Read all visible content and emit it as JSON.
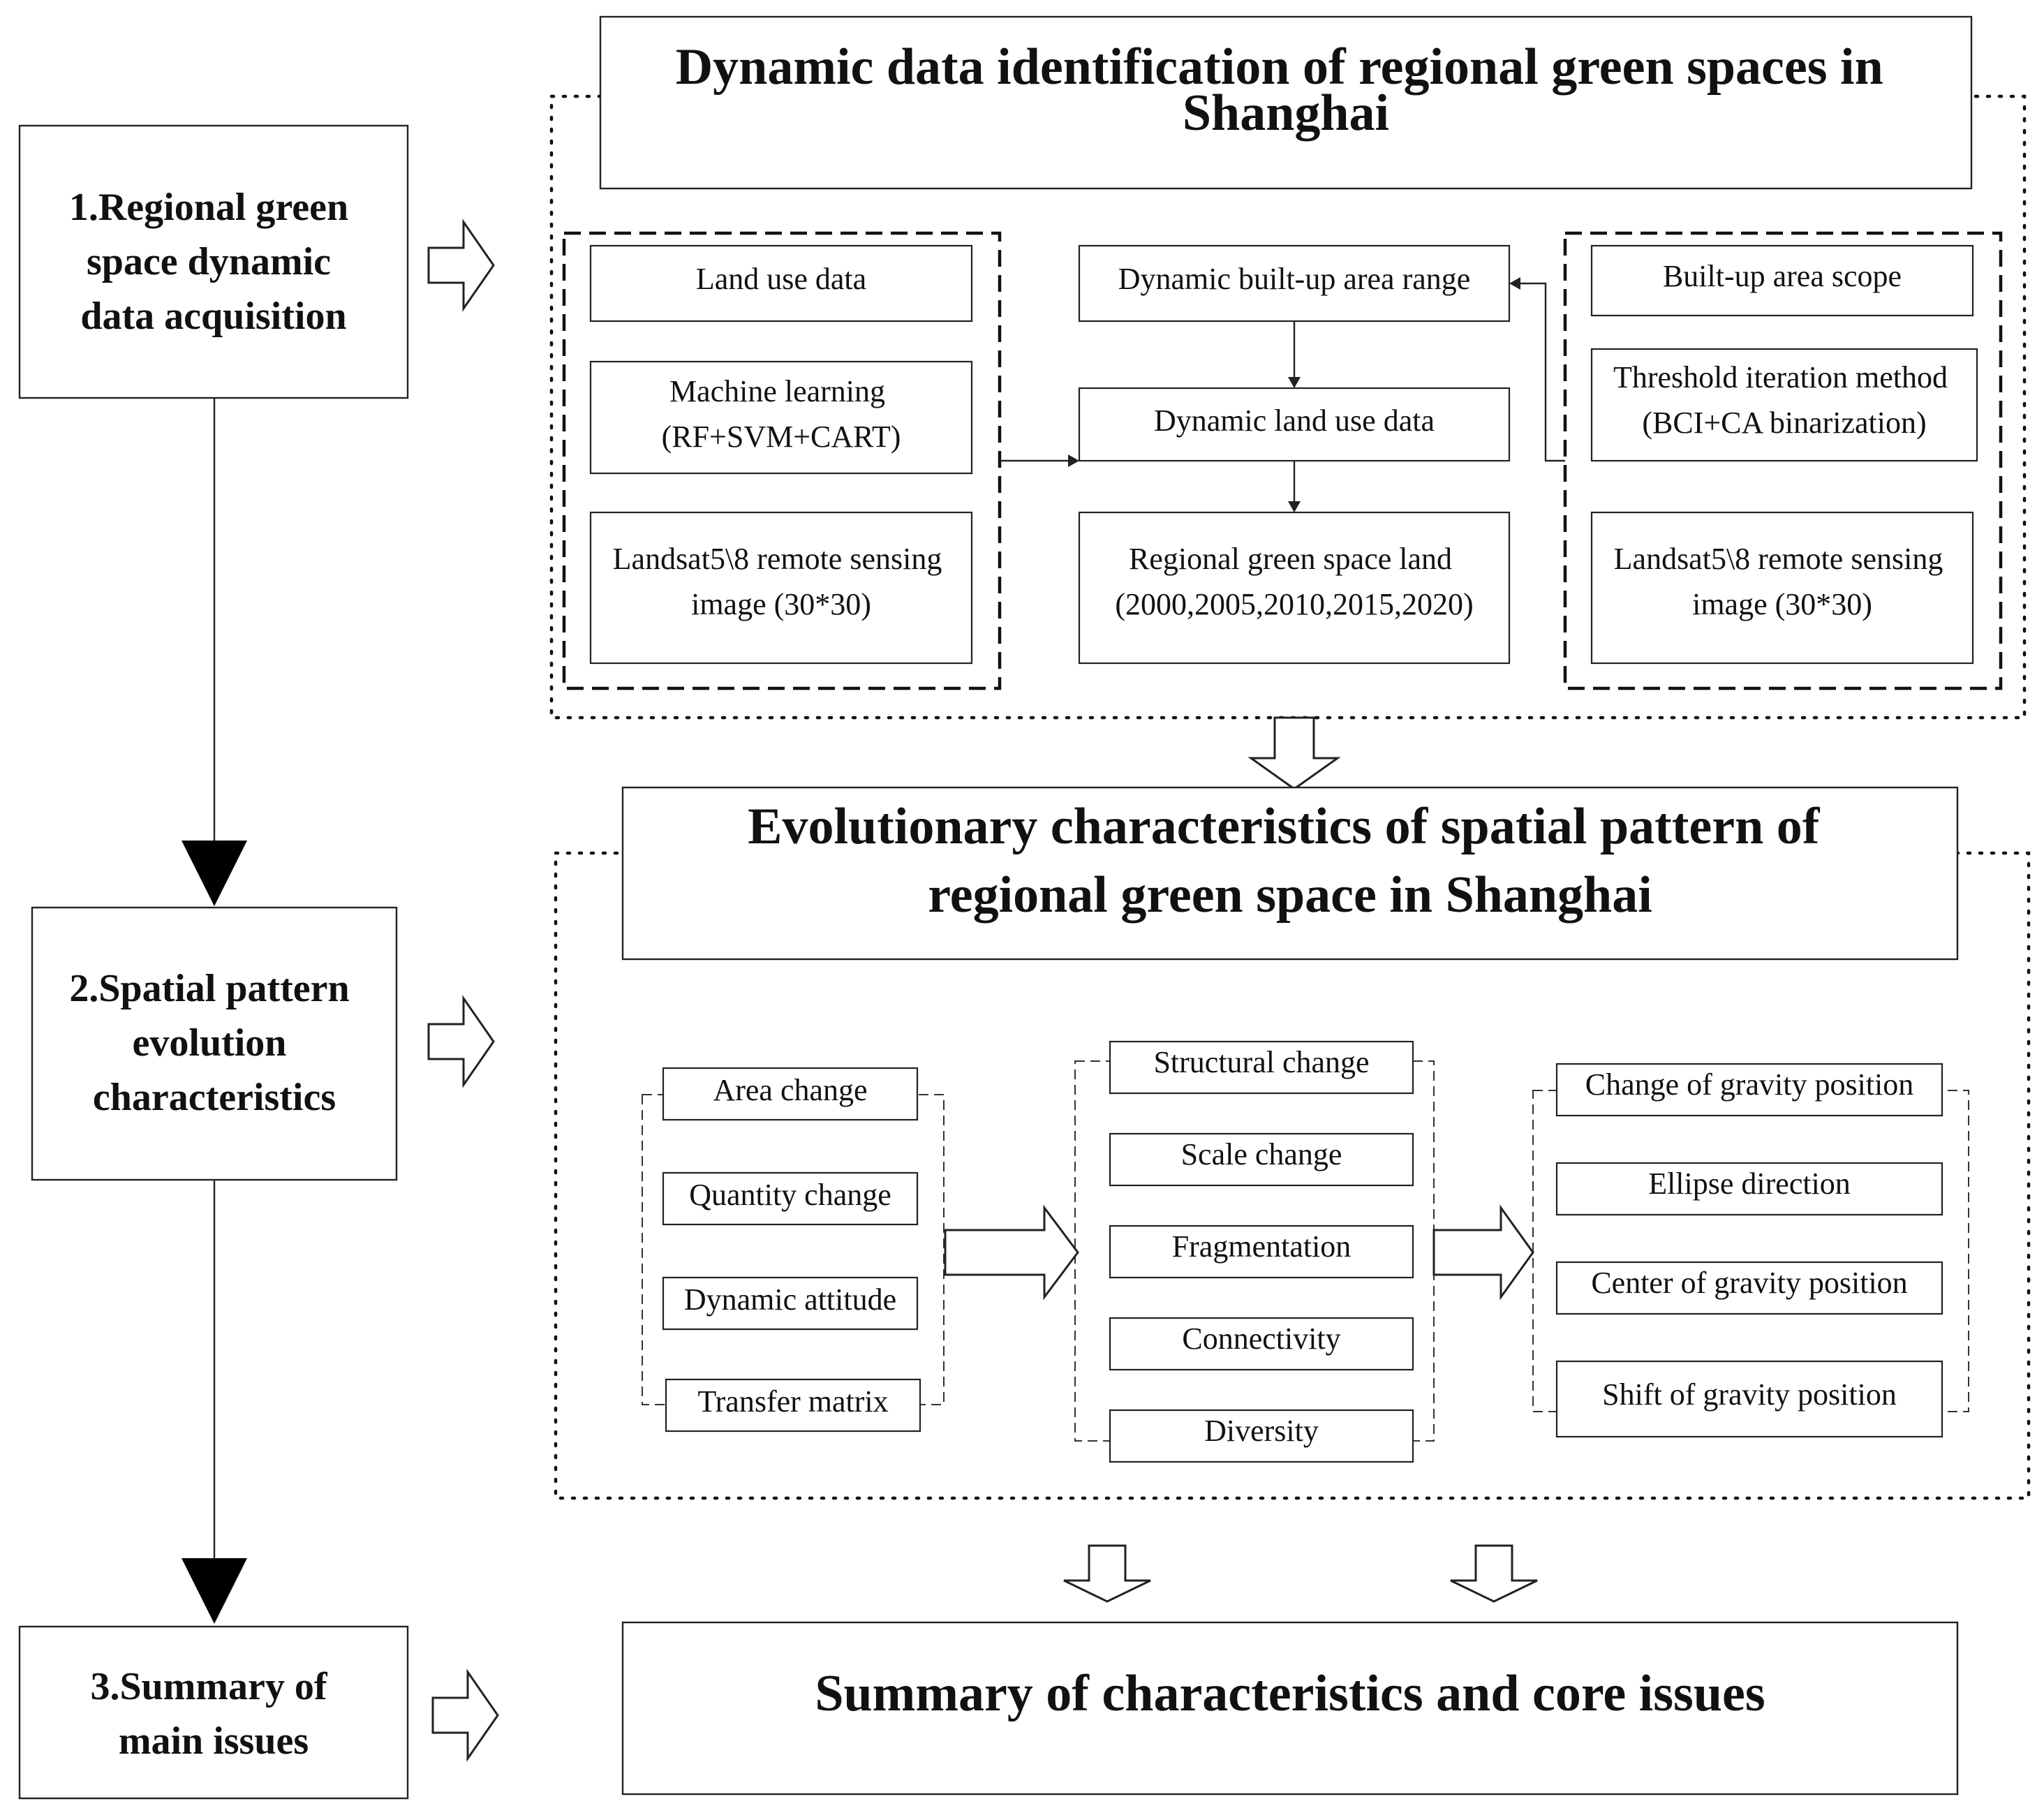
{
  "steps": {
    "step1": [
      "1.Regional green",
      "space dynamic",
      "data acquisition"
    ],
    "step2": [
      "2.Spatial pattern",
      "evolution",
      "characteristics"
    ],
    "step3": [
      "3.Summary of",
      "main issues"
    ]
  },
  "section1": {
    "title": [
      "Dynamic data identification of regional green spaces in",
      "Shanghai"
    ],
    "left": {
      "land_use": [
        "Land use data"
      ],
      "machine_learning": [
        "Machine learning",
        "(RF+SVM+CART)"
      ],
      "landsat": [
        "Landsat5\\8 remote sensing",
        "image (30*30)"
      ]
    },
    "center": {
      "built_up_range": [
        "Dynamic built-up area range"
      ],
      "land_use_dynamic": [
        "Dynamic land use data"
      ],
      "green_land": [
        "Regional green space land",
        "(2000,2005,2010,2015,2020)"
      ]
    },
    "right": {
      "built_up_scope": [
        "Built-up area scope"
      ],
      "threshold": [
        "Threshold iteration method",
        "(BCI+CA binarization)"
      ],
      "landsat": [
        "Landsat5\\8 remote sensing",
        "image (30*30)"
      ]
    }
  },
  "section2": {
    "title": [
      "Evolutionary characteristics of spatial pattern of",
      "regional green space in Shanghai"
    ],
    "group1": [
      "Area change",
      "Quantity change",
      "Dynamic attitude",
      "Transfer matrix"
    ],
    "group2": [
      "Structural change",
      "Scale change",
      "Fragmentation",
      "Connectivity",
      "Diversity"
    ],
    "group3": [
      "Change of gravity position",
      "Ellipse direction",
      "Center of gravity position",
      "Shift of gravity position"
    ]
  },
  "section3": {
    "title": [
      "Summary of characteristics and core issues"
    ]
  }
}
